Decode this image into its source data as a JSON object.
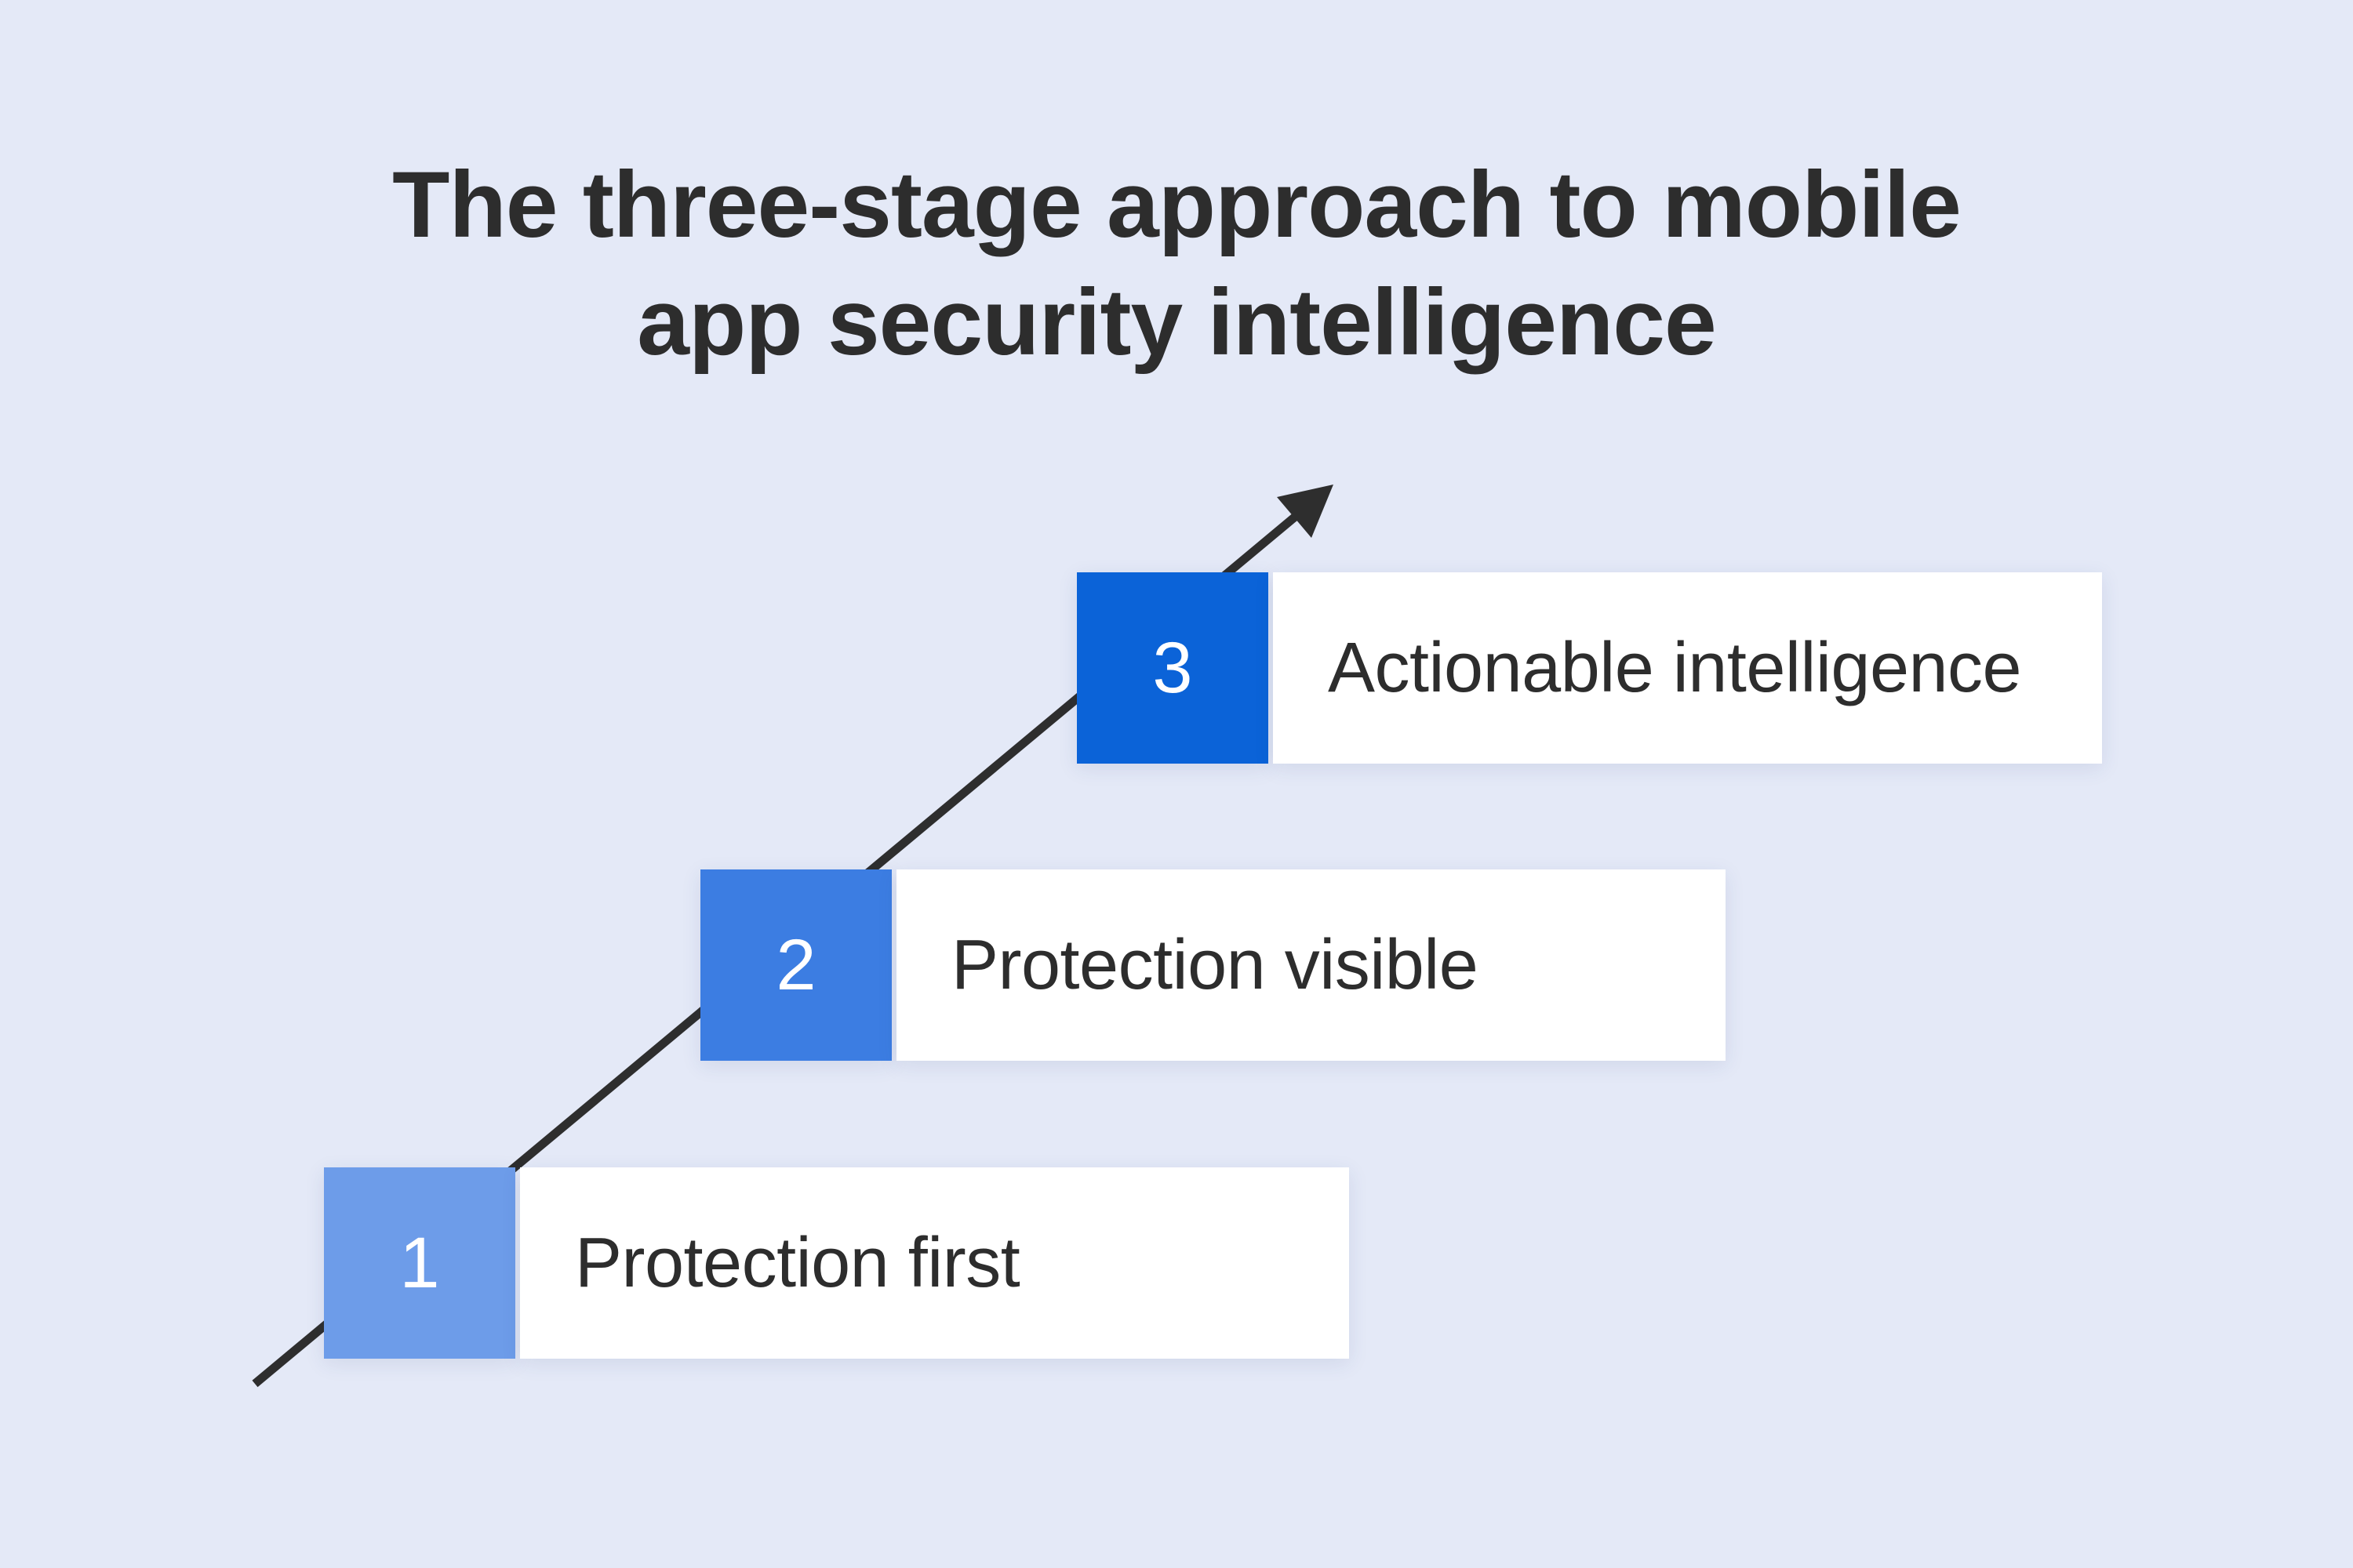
{
  "canvas": {
    "background": "#e4e9f7"
  },
  "title": {
    "full": "The three-stage approach to mobile app security intelligence",
    "line1": "The three-stage approach to mobile",
    "line2": "app security intelligence",
    "color": "#2d2d2d"
  },
  "arrow": {
    "color": "#2e2e2e"
  },
  "stages": [
    {
      "number": "1",
      "label": "Protection first",
      "square_color": "#6d9ce9",
      "number_color": "#ffffff"
    },
    {
      "number": "2",
      "label": "Protection visible",
      "square_color": "#3c7de2",
      "number_color": "#ffffff"
    },
    {
      "number": "3",
      "label": "Actionable intelligence",
      "square_color": "#0b63d8",
      "number_color": "#ffffff"
    }
  ],
  "label_box_color": "#ffffff",
  "label_text_color": "#2d2d2d"
}
